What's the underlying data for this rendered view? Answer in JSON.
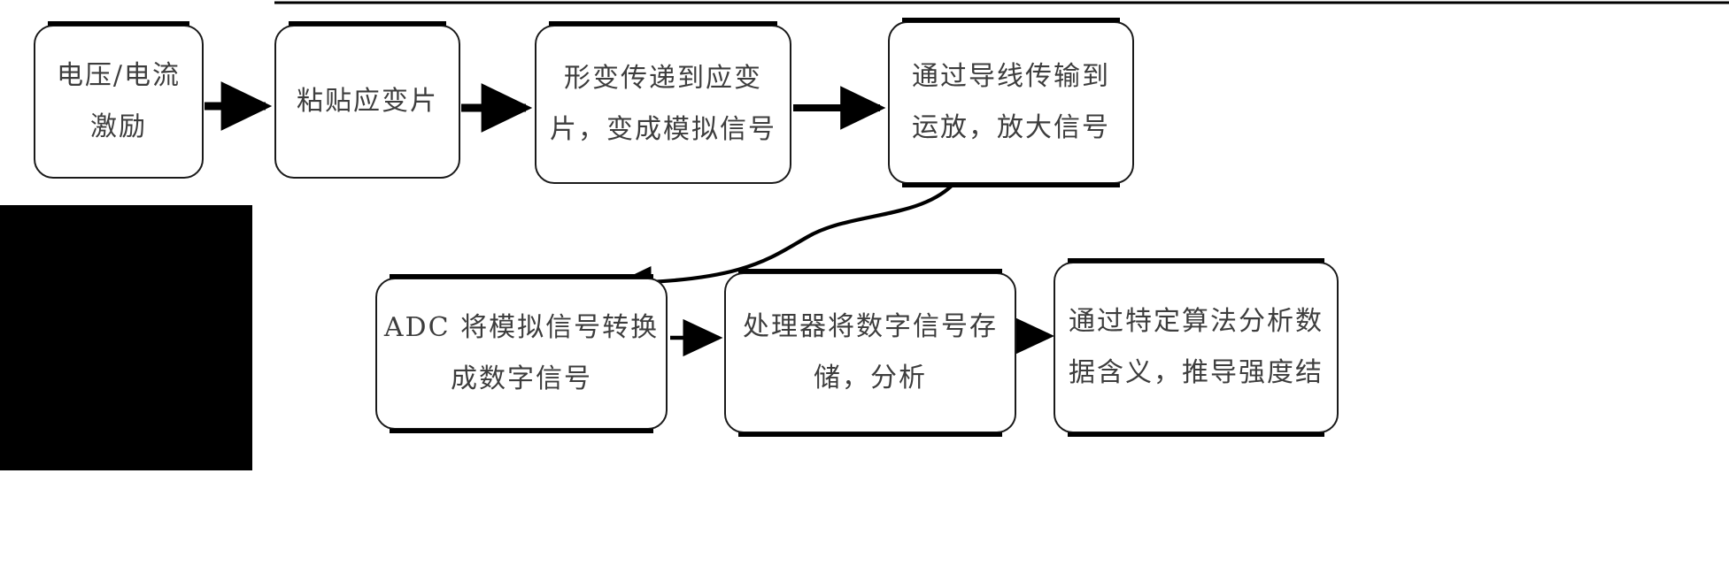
{
  "diagram": {
    "type": "flowchart",
    "title": "",
    "orientation": "left-to-right, two rows, serpentine",
    "background_color": "#ffffff",
    "line_color": "#000000",
    "text_color": "#3d3d3d",
    "nodes": [
      {
        "id": "n1",
        "name": "excitation",
        "lines": [
          "电压/电流",
          "激励"
        ],
        "row": "top",
        "index": 1
      },
      {
        "id": "n2",
        "name": "attach-strain-gauge",
        "lines": [
          "粘贴应变片"
        ],
        "row": "top",
        "index": 2
      },
      {
        "id": "n3",
        "name": "deformation-to-analog",
        "lines": [
          "形变传递到应变",
          "片，变成模拟信号"
        ],
        "row": "top",
        "index": 3
      },
      {
        "id": "n4",
        "name": "wire-to-opamp",
        "lines": [
          "通过导线传输到",
          "运放，放大信号"
        ],
        "row": "top",
        "index": 4
      },
      {
        "id": "n5",
        "name": "adc-convert",
        "lines": [
          "ADC 将模拟信号转换",
          "成数字信号"
        ],
        "row": "bottom",
        "index": 5
      },
      {
        "id": "n6",
        "name": "processor-store-analyze",
        "lines": [
          "处理器将数字信号存",
          "储，分析"
        ],
        "row": "bottom",
        "index": 6
      },
      {
        "id": "n7",
        "name": "algorithm-analysis",
        "lines": [
          "通过特定算法分析数",
          "据含义，推导强度结"
        ],
        "row": "bottom",
        "index": 7
      }
    ],
    "edges": [
      {
        "id": "e1",
        "name": "edge-n1-n2",
        "from": "n1",
        "to": "n2",
        "style": "solid-thick-arrow"
      },
      {
        "id": "e2",
        "name": "edge-n2-n3",
        "from": "n2",
        "to": "n3",
        "style": "solid-thick-arrow"
      },
      {
        "id": "e3",
        "name": "edge-n3-n4",
        "from": "n3",
        "to": "n4",
        "style": "solid-thick-arrow"
      },
      {
        "id": "e4",
        "name": "edge-n4-n5",
        "from": "n4",
        "to": "n5",
        "style": "curved-arrow"
      },
      {
        "id": "e5",
        "name": "edge-n5-n6",
        "from": "n5",
        "to": "n6",
        "style": "solid-thin-arrow"
      },
      {
        "id": "e6",
        "name": "edge-n6-n7",
        "from": "n6",
        "to": "n7",
        "style": "dotted-arrow"
      }
    ],
    "artifacts": [
      {
        "id": "a1",
        "name": "black-rectangle-artifact",
        "color": "#000000"
      },
      {
        "id": "a2",
        "name": "top-horizontal-rule",
        "color": "#000000"
      }
    ]
  }
}
